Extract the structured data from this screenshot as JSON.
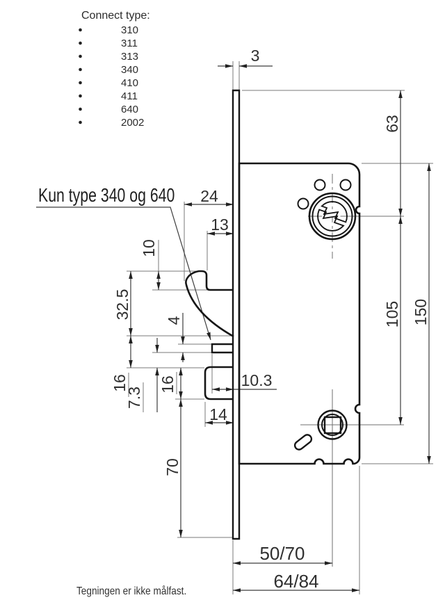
{
  "connect_type": {
    "title": "Connect type:",
    "items": [
      "310",
      "311",
      "313",
      "340",
      "410",
      "411",
      "640",
      "2002"
    ]
  },
  "callout": "Kun type 340 og 640",
  "footnote": "Tegningen er ikke målfast.",
  "dimensions": {
    "faceplate_thickness": "3",
    "top_to_cylinder_center": "63",
    "cylinder_to_spindle_center": "105",
    "case_height": "150",
    "hook_projection": "24",
    "hook_tip_width": "13",
    "hook_tip_height": "10",
    "hook_height": "32.5",
    "plate_thickness": "4",
    "hook_to_latch": "16",
    "plate_to_latch": "7.3",
    "latch_height": "16",
    "latch_recess": "10.3",
    "latch_width": "14",
    "latch_to_faceplate_end": "70",
    "backset": "50/70",
    "case_depth": "64/84"
  },
  "colors": {
    "background": "#ffffff",
    "outline": "#161616",
    "dimension_line": "#3c3c3c",
    "extension_line": "#7a7a7a",
    "text": "#2b2b2b"
  }
}
